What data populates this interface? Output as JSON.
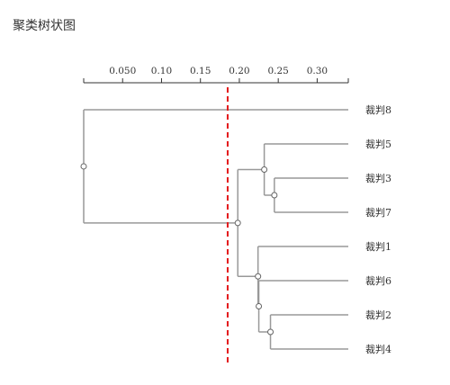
{
  "title": "聚类树状图",
  "chart_data": {
    "type": "dendrogram",
    "title": "聚类树状图",
    "x_axis": {
      "position": "top",
      "ticks": [
        "0.050",
        "0.10",
        "0.15",
        "0.20",
        "0.25",
        "0.30"
      ],
      "tick_values": [
        0.05,
        0.1,
        0.15,
        0.2,
        0.25,
        0.3
      ],
      "range": [
        0.0,
        0.34
      ]
    },
    "leaves": [
      "裁判8",
      "裁判5",
      "裁判3",
      "裁判7",
      "裁判1",
      "裁判6",
      "裁判2",
      "裁判4"
    ],
    "merges": [
      {
        "id": "A",
        "children": [
          "裁判3",
          "裁判7"
        ],
        "height": 0.245
      },
      {
        "id": "B",
        "children": [
          "裁判5",
          "A"
        ],
        "height": 0.232
      },
      {
        "id": "C",
        "children": [
          "裁判2",
          "裁判4"
        ],
        "height": 0.24
      },
      {
        "id": "D",
        "children": [
          "裁判6",
          "C"
        ],
        "height": 0.225
      },
      {
        "id": "E",
        "children": [
          "裁判1",
          "D"
        ],
        "height": 0.224
      },
      {
        "id": "F",
        "children": [
          "B",
          "E"
        ],
        "height": 0.198
      },
      {
        "id": "G",
        "children": [
          "裁判8",
          "F"
        ],
        "height": 0.0
      }
    ],
    "threshold": {
      "value": 0.185,
      "style": "dashed",
      "color": "#e31a1c"
    },
    "line_color": "#999999",
    "node_fill": "#ffffff",
    "grid": false
  }
}
